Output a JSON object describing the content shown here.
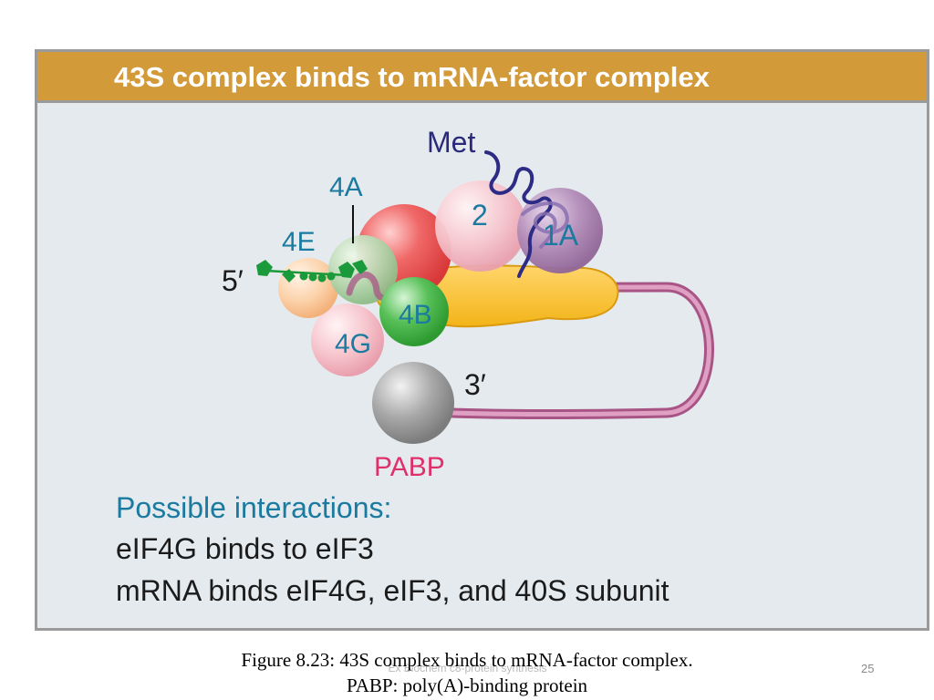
{
  "figure": {
    "title": "43S complex binds to mRNA-factor complex",
    "labels": {
      "met": "Met",
      "eif4a": "4A",
      "eif4e": "4E",
      "five_prime": "5′",
      "eif2": "2",
      "eif1a": "1A",
      "eif4b": "4B",
      "eif4g": "4G",
      "three_prime": "3′",
      "pabp": "PABP"
    },
    "interactions": {
      "heading": "Possible interactions:",
      "lines": [
        "eIF4G binds to eIF3",
        "mRNA binds eIF4G, eIF3, and 40S subunit"
      ]
    },
    "colors": {
      "header": "#d39a3a",
      "background": "#e4eaee",
      "label_blue": "#1a7aa0",
      "pabp_pink": "#e0306a",
      "met_navy": "#2b2a7a",
      "mrna_pink": "#c06898"
    }
  },
  "caption": {
    "line1": "Figure 8.23: 43S complex binds to mRNA-factor complex.",
    "line2": "PABP: poly(A)-binding protein"
  },
  "footer": {
    "text": "Ex Biochem c8-protein synthesis",
    "page_number": "25"
  }
}
